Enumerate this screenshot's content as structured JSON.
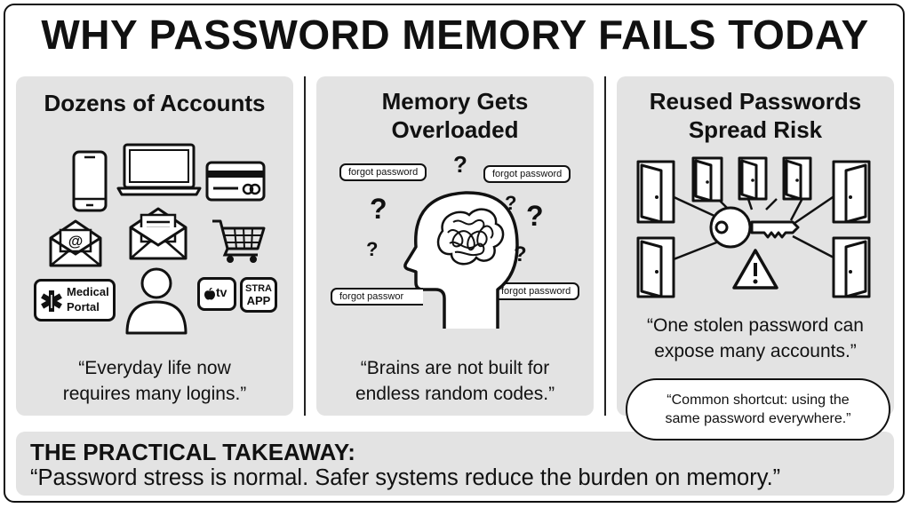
{
  "title": "WHY PASSWORD MEMORY FAILS TODAY",
  "panels": [
    {
      "title": "Dozens of Accounts",
      "caption_line1": "“Everyday life now",
      "caption_line2": "requires many logins.”",
      "icons": [
        "phone-icon",
        "laptop-icon",
        "credit-card-icon",
        "email-icon",
        "envelope-icon",
        "shopping-cart-icon",
        "medical-portal-icon",
        "user-icon",
        "apple-tv-icon",
        "streaming-app-icon"
      ],
      "medical_label_line1": "Medical",
      "medical_label_line2": "Portal",
      "tv_label": "tv",
      "app_label_line1": "STRA",
      "app_label_line2": "APP"
    },
    {
      "title_line1": "Memory Gets",
      "title_line2": "Overloaded",
      "caption_line1": "“Brains are not built for",
      "caption_line2": "endless random codes.”",
      "tag_label": "forgot password",
      "tag_label_cut": "forgot passwor",
      "icons": [
        "head-brain-icon",
        "question-mark-icon"
      ]
    },
    {
      "title_line1": "Reused Passwords",
      "title_line2": "Spread Risk",
      "caption_line1": "“One stolen password can",
      "caption_line2": "expose many accounts.”",
      "icons": [
        "key-icon",
        "door-icon",
        "warning-icon"
      ]
    }
  ],
  "bubble": {
    "line1": "“Common shortcut: using the",
    "line2": "same password everywhere.”"
  },
  "takeaway": {
    "heading": "THE PRACTICAL TAKEAWAY:",
    "quote": "“Password stress is normal. Safer systems reduce the burden on memory.”"
  }
}
